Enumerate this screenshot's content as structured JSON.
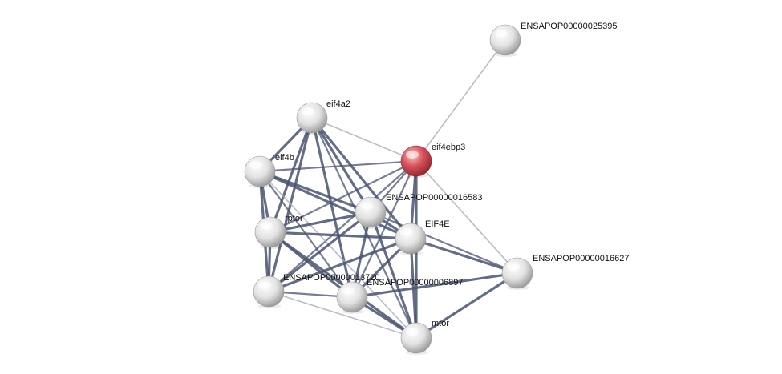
{
  "network": {
    "colors": {
      "query_node": "#d9525b",
      "node": "#e0e0e0",
      "edge_strong": "#4a5370",
      "edge_weak": "#a7acbb"
    },
    "nodes": [
      {
        "id": "eif4ebp3",
        "label": "eif4ebp3",
        "query": true
      },
      {
        "id": "ENSAPOP00000025395",
        "label": "ENSAPOP00000025395"
      },
      {
        "id": "eif4a2",
        "label": "eif4a2"
      },
      {
        "id": "eif4b",
        "label": "eif4b"
      },
      {
        "id": "ENSAPOP00000016583",
        "label": "ENSAPOP00000016583"
      },
      {
        "id": "rptor",
        "label": "rptor"
      },
      {
        "id": "EIF4E",
        "label": "EIF4E"
      },
      {
        "id": "ENSAPOP00000016627",
        "label": "ENSAPOP00000016627"
      },
      {
        "id": "ENSAPOP00000013720",
        "label": "ENSAPOP00000013720"
      },
      {
        "id": "ENSAPOP00000006897",
        "label": "ENSAPOP00000006897"
      },
      {
        "id": "mtor",
        "label": "mtor"
      }
    ],
    "edges": [
      [
        "eif4ebp3",
        "ENSAPOP00000025395",
        1
      ],
      [
        "eif4ebp3",
        "eif4a2",
        1
      ],
      [
        "eif4ebp3",
        "eif4b",
        2
      ],
      [
        "eif4ebp3",
        "ENSAPOP00000016583",
        2
      ],
      [
        "eif4ebp3",
        "rptor",
        2
      ],
      [
        "eif4ebp3",
        "EIF4E",
        3
      ],
      [
        "eif4ebp3",
        "ENSAPOP00000016627",
        1
      ],
      [
        "eif4ebp3",
        "ENSAPOP00000013720",
        2
      ],
      [
        "eif4ebp3",
        "ENSAPOP00000006897",
        2
      ],
      [
        "eif4ebp3",
        "mtor",
        3
      ],
      [
        "eif4a2",
        "eif4b",
        3
      ],
      [
        "eif4a2",
        "rptor",
        3
      ],
      [
        "eif4a2",
        "ENSAPOP00000016583",
        3
      ],
      [
        "eif4a2",
        "EIF4E",
        3
      ],
      [
        "eif4a2",
        "ENSAPOP00000013720",
        3
      ],
      [
        "eif4a2",
        "ENSAPOP00000006897",
        3
      ],
      [
        "eif4a2",
        "mtor",
        2
      ],
      [
        "eif4b",
        "rptor",
        3
      ],
      [
        "eif4b",
        "ENSAPOP00000016583",
        3
      ],
      [
        "eif4b",
        "EIF4E",
        3
      ],
      [
        "eif4b",
        "ENSAPOP00000013720",
        3
      ],
      [
        "eif4b",
        "ENSAPOP00000006897",
        2
      ],
      [
        "eif4b",
        "mtor",
        1
      ],
      [
        "ENSAPOP00000016583",
        "rptor",
        3
      ],
      [
        "ENSAPOP00000016583",
        "EIF4E",
        3
      ],
      [
        "ENSAPOP00000016583",
        "ENSAPOP00000013720",
        3
      ],
      [
        "ENSAPOP00000016583",
        "ENSAPOP00000006897",
        3
      ],
      [
        "ENSAPOP00000016583",
        "mtor",
        3
      ],
      [
        "ENSAPOP00000016583",
        "ENSAPOP00000016627",
        2
      ],
      [
        "rptor",
        "EIF4E",
        3
      ],
      [
        "rptor",
        "ENSAPOP00000013720",
        3
      ],
      [
        "rptor",
        "ENSAPOP00000006897",
        3
      ],
      [
        "rptor",
        "mtor",
        3
      ],
      [
        "EIF4E",
        "ENSAPOP00000013720",
        3
      ],
      [
        "EIF4E",
        "ENSAPOP00000006897",
        3
      ],
      [
        "EIF4E",
        "mtor",
        3
      ],
      [
        "EIF4E",
        "ENSAPOP00000016627",
        3
      ],
      [
        "ENSAPOP00000013720",
        "ENSAPOP00000006897",
        2
      ],
      [
        "ENSAPOP00000013720",
        "mtor",
        1
      ],
      [
        "ENSAPOP00000006897",
        "mtor",
        3
      ],
      [
        "ENSAPOP00000006897",
        "ENSAPOP00000016627",
        3
      ],
      [
        "mtor",
        "ENSAPOP00000016627",
        3
      ]
    ]
  }
}
